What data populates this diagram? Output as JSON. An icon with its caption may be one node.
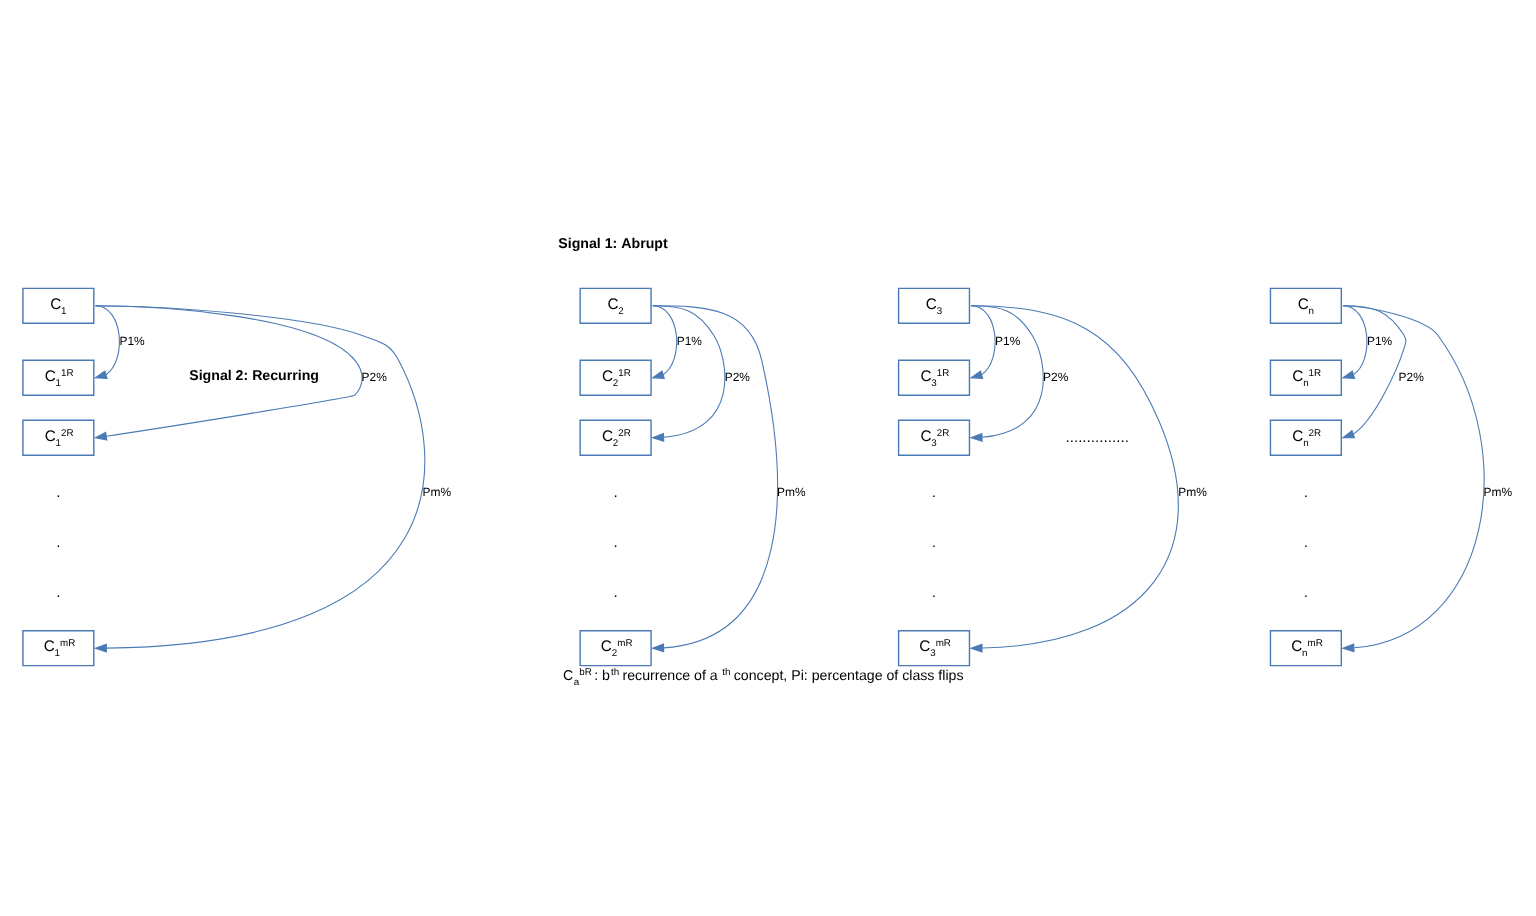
{
  "diagram": {
    "caption": "C$_{a}$$^{bR}$ : b$^{th}$ recurrence of a$^{th}$ concept, Pi: percentage of class flips",
    "nodes": [
      {
        "text": [
          "C$_{1}$"
        ]
      },
      {
        "text": [
          "C$_{2}$"
        ]
      },
      {
        "text": [
          "C$_{3}$"
        ]
      },
      {
        "text": [
          "C$_{n}$"
        ]
      },
      {
        "text": [
          "C$_{1}$$^{1R}$"
        ]
      },
      {
        "text": [
          "C$_{2}$$^{1R}$"
        ]
      },
      {
        "text": [
          "C$_{3}$$^{1R}$"
        ]
      },
      {
        "text": [
          "C$_{n}$$^{1R}$"
        ]
      },
      {
        "text": [
          "C$_{1}$$^{2R}$"
        ]
      },
      {
        "text": [
          "C$_{2}$$^{2R}$"
        ]
      },
      {
        "text": [
          "C$_{3}$$^{2R}$"
        ]
      },
      {
        "text": [
          "C$_{n}$$^{2R}$"
        ]
      },
      {
        "text": [
          "C$_{1}$$^{mR}$"
        ]
      },
      {
        "text": [
          "C$_{2}$$^{mR}$"
        ]
      },
      {
        "text": [
          "C$_{3}$$^{mR}$"
        ]
      },
      {
        "text": [
          "C$_{n}$$^{mR}$"
        ]
      }
    ],
    "edges": [
      {
        "from": 0,
        "to": 4,
        "arrow": "to",
        "label": "P1%"
      },
      {
        "from": 0,
        "to": 8,
        "arrow": "to",
        "label": "P2%"
      },
      {
        "from": 0,
        "to": 12,
        "arrow": "to",
        "label": "Pm%"
      },
      {
        "from": 1,
        "to": 5,
        "arrow": "to",
        "label": "P1%"
      },
      {
        "from": 1,
        "to": 9,
        "arrow": "to",
        "label": "P2%"
      },
      {
        "from": 1,
        "to": 13,
        "arrow": "to",
        "label": "Pm%"
      },
      {
        "from": 2,
        "to": 6,
        "arrow": "to",
        "label": "P1%"
      },
      {
        "from": 2,
        "to": 10,
        "arrow": "to",
        "label": "P2%"
      },
      {
        "from": 2,
        "to": 14,
        "arrow": "to",
        "label": "Pm%"
      },
      {
        "from": 3,
        "to": 7,
        "arrow": "to",
        "label": "P1%"
      },
      {
        "from": 3,
        "to": 11,
        "arrow": "to",
        "label": "P2%"
      },
      {
        "from": 3,
        "to": 15,
        "arrow": "to",
        "label": "Pm%"
      }
    ],
    "labels": [
      "Signal 1: Abrupt",
      "Signal 2: Recurring",
      "...............",
      ".",
      ".",
      ".",
      ".",
      ".",
      ".",
      ".",
      ".",
      ".",
      ".",
      ".",
      "."
    ]
  }
}
